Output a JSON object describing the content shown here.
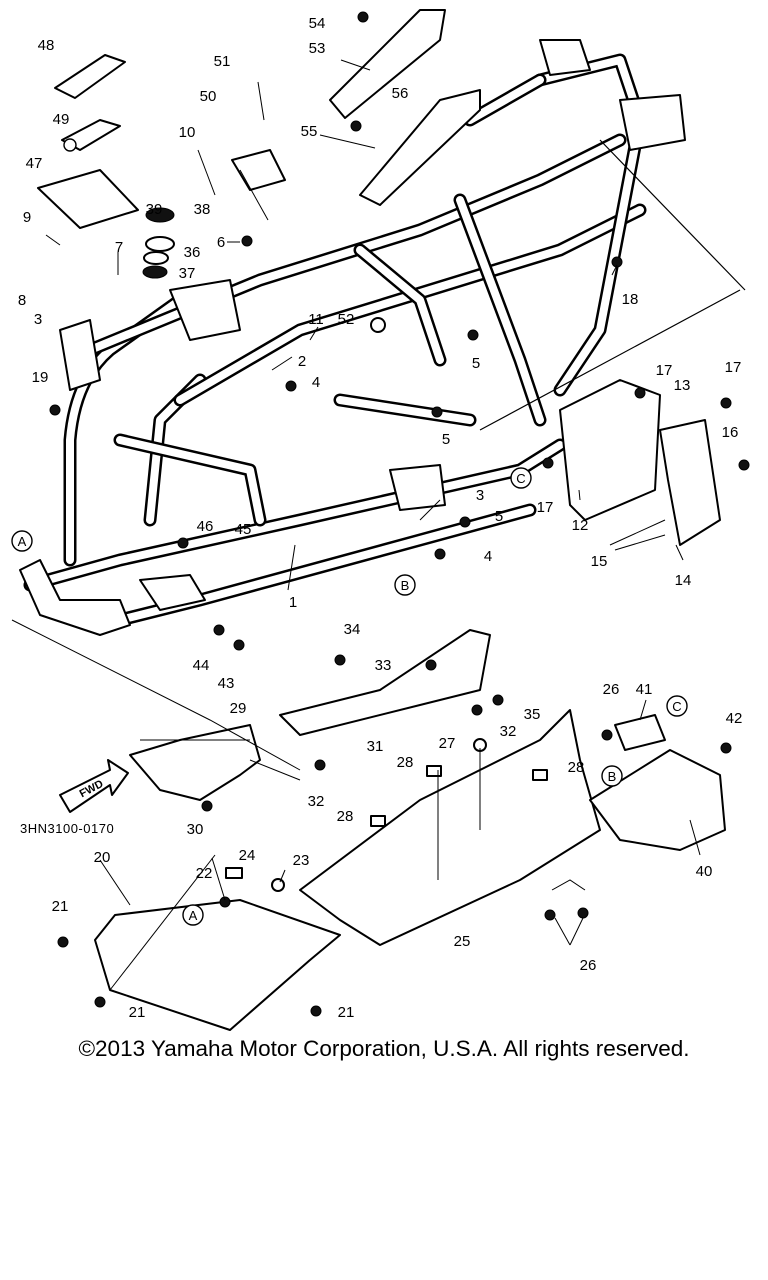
{
  "diagram": {
    "parts": [
      {
        "id": "1",
        "label": "1"
      },
      {
        "id": "2",
        "label": "2"
      },
      {
        "id": "3a",
        "label": "3"
      },
      {
        "id": "3b",
        "label": "3"
      },
      {
        "id": "4a",
        "label": "4"
      },
      {
        "id": "4b",
        "label": "4"
      },
      {
        "id": "5a",
        "label": "5"
      },
      {
        "id": "5b",
        "label": "5"
      },
      {
        "id": "5c",
        "label": "5"
      },
      {
        "id": "6",
        "label": "6"
      },
      {
        "id": "7",
        "label": "7"
      },
      {
        "id": "8",
        "label": "8"
      },
      {
        "id": "9",
        "label": "9"
      },
      {
        "id": "10",
        "label": "10"
      },
      {
        "id": "11",
        "label": "11"
      },
      {
        "id": "12",
        "label": "12"
      },
      {
        "id": "13",
        "label": "13"
      },
      {
        "id": "14",
        "label": "14"
      },
      {
        "id": "15",
        "label": "15"
      },
      {
        "id": "16",
        "label": "16"
      },
      {
        "id": "17a",
        "label": "17"
      },
      {
        "id": "17b",
        "label": "17"
      },
      {
        "id": "17c",
        "label": "17"
      },
      {
        "id": "18",
        "label": "18"
      },
      {
        "id": "19",
        "label": "19"
      },
      {
        "id": "20",
        "label": "20"
      },
      {
        "id": "21a",
        "label": "21"
      },
      {
        "id": "21b",
        "label": "21"
      },
      {
        "id": "21c",
        "label": "21"
      },
      {
        "id": "22",
        "label": "22"
      },
      {
        "id": "23",
        "label": "23"
      },
      {
        "id": "24",
        "label": "24"
      },
      {
        "id": "25",
        "label": "25"
      },
      {
        "id": "26a",
        "label": "26"
      },
      {
        "id": "26b",
        "label": "26"
      },
      {
        "id": "27",
        "label": "27"
      },
      {
        "id": "28a",
        "label": "28"
      },
      {
        "id": "28b",
        "label": "28"
      },
      {
        "id": "28c",
        "label": "28"
      },
      {
        "id": "29",
        "label": "29"
      },
      {
        "id": "30",
        "label": "30"
      },
      {
        "id": "31",
        "label": "31"
      },
      {
        "id": "32a",
        "label": "32"
      },
      {
        "id": "32b",
        "label": "32"
      },
      {
        "id": "33",
        "label": "33"
      },
      {
        "id": "34",
        "label": "34"
      },
      {
        "id": "35",
        "label": "35"
      },
      {
        "id": "36",
        "label": "36"
      },
      {
        "id": "37",
        "label": "37"
      },
      {
        "id": "38",
        "label": "38"
      },
      {
        "id": "39",
        "label": "39"
      },
      {
        "id": "40",
        "label": "40"
      },
      {
        "id": "41",
        "label": "41"
      },
      {
        "id": "42",
        "label": "42"
      },
      {
        "id": "43",
        "label": "43"
      },
      {
        "id": "44",
        "label": "44"
      },
      {
        "id": "45",
        "label": "45"
      },
      {
        "id": "46",
        "label": "46"
      },
      {
        "id": "47",
        "label": "47"
      },
      {
        "id": "48",
        "label": "48"
      },
      {
        "id": "49",
        "label": "49"
      },
      {
        "id": "50",
        "label": "50"
      },
      {
        "id": "51",
        "label": "51"
      },
      {
        "id": "52",
        "label": "52"
      },
      {
        "id": "53",
        "label": "53"
      },
      {
        "id": "54",
        "label": "54"
      },
      {
        "id": "55",
        "label": "55"
      },
      {
        "id": "56",
        "label": "56"
      }
    ],
    "reference_marks": {
      "a1": "A",
      "a2": "A",
      "b1": "B",
      "b2": "B",
      "c1": "C",
      "c2": "C"
    },
    "fwd_label": "FWD",
    "diagram_code": "3HN3100-0170"
  },
  "footer": {
    "copyright": "©2013 Yamaha Motor Corporation, U.S.A. All rights reserved."
  }
}
